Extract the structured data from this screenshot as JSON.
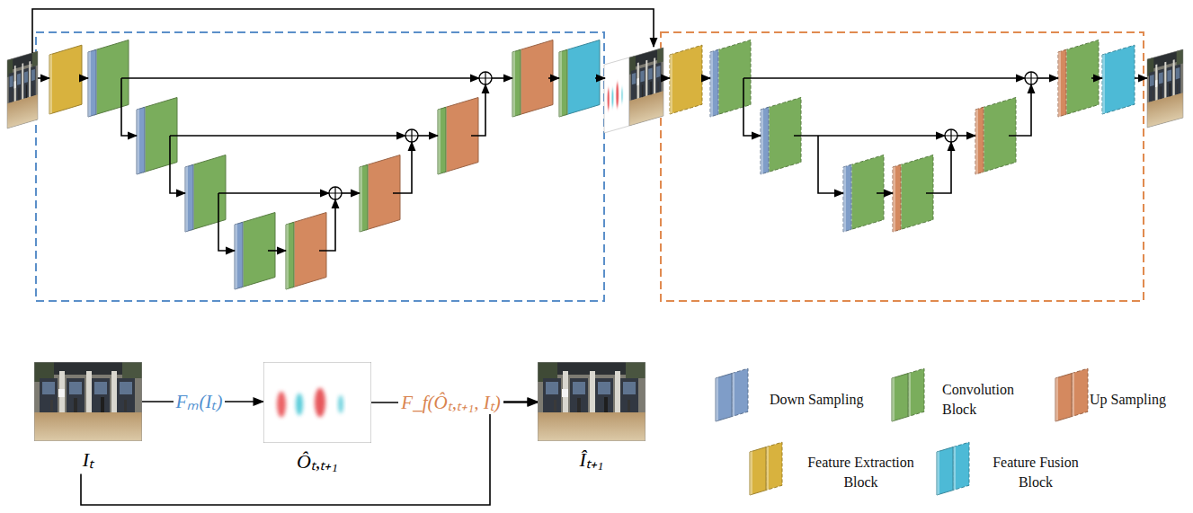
{
  "diagram": {
    "nodes": [
      {
        "text": [
          "Iₜ"
        ]
      },
      {
        "text": [
          "Ôₜ,ₜ₊₁"
        ]
      },
      {
        "text": [
          "Îₜ₊₁"
        ]
      }
    ],
    "edges": [
      {
        "from": 0,
        "to": 1,
        "label": "Fₘ(Iₜ)",
        "arrow": "to"
      },
      {
        "from": 1,
        "to": 2,
        "label": "F_f(Ôₜ,ₜ₊₁, Iₜ)",
        "arrow": "to"
      },
      {
        "from": 0,
        "to": 2,
        "arrow": "to"
      }
    ],
    "legend": [
      {
        "text": "Down Sampling",
        "color": "#7f9dc8"
      },
      {
        "text": "Convolution Block",
        "color": "#7aad5c"
      },
      {
        "text": "Up Sampling",
        "color": "#d4895f"
      },
      {
        "text": "Feature Extraction Block",
        "color": "#d8b23e"
      },
      {
        "text": "Feature Fusion Block",
        "color": "#4dbad6"
      }
    ]
  }
}
